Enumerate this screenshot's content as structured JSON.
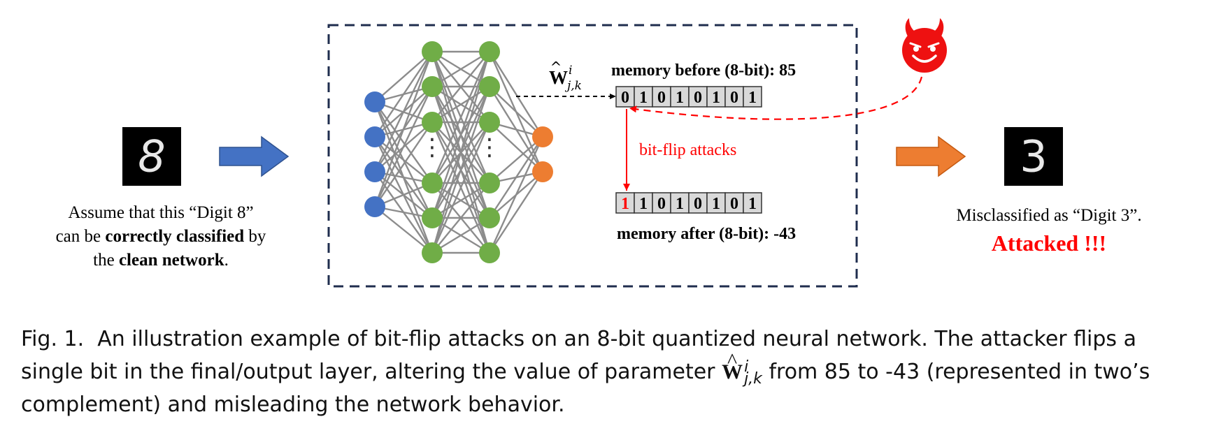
{
  "left_caption": {
    "line1": "Assume that this “Digit 8”",
    "line2_pre": "can be ",
    "line2_bold": "correctly classified",
    "line2_post": " by",
    "line3_pre": "the ",
    "line3_bold": "clean network",
    "line3_post": "."
  },
  "input_digit": "8",
  "output_digit": "3",
  "right_caption": {
    "line1": "Misclassified as “Digit 3”.",
    "attacked": "Attacked !!!"
  },
  "weight_symbol": {
    "base": "W",
    "hat": "^",
    "superscript": "i",
    "subscript": "j,k"
  },
  "memory_before": {
    "label": "memory before (8-bit): 85",
    "bits": [
      "0",
      "1",
      "0",
      "1",
      "0",
      "1",
      "0",
      "1"
    ]
  },
  "memory_after": {
    "label": "memory after (8-bit): -43",
    "bits": [
      "1",
      "1",
      "0",
      "1",
      "0",
      "1",
      "0",
      "1"
    ],
    "flipped_index": 0
  },
  "attack_label": "bit-flip attacks",
  "network": {
    "layers": [
      4,
      6,
      6,
      2
    ],
    "ellipsis": "⋮"
  },
  "caption": {
    "fig": "Fig. 1.",
    "text1": "An illustration example of bit-flip attacks on an 8-bit quantized neural network. The attacker flips a single bit in the final/output layer, altering the value of parameter ",
    "text2": " from 85 to -43 (represented in two’s complement) and misleading the network behavior."
  },
  "colors": {
    "input_node": "#4472c4",
    "hidden_node": "#70ad47",
    "output_node": "#ed7d31",
    "blue_arrow": "#4472c4",
    "orange_arrow": "#ed7d31",
    "attack_red": "#ff0000",
    "bit_cell": "#d9d9d9",
    "dashed_box": "#1f2d4e",
    "edge": "#8c8c8c"
  }
}
